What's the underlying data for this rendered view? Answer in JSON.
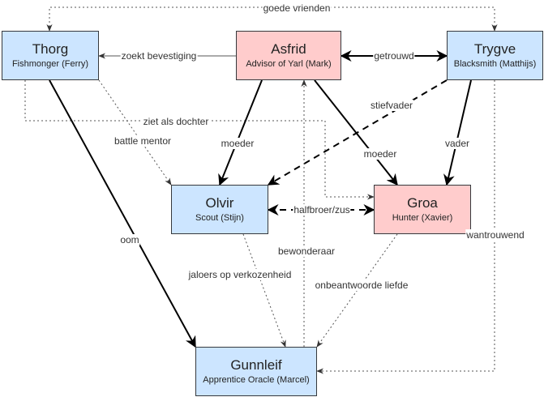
{
  "colors": {
    "blue_node": "#cce5ff",
    "red_node": "#ffcccc",
    "border": "#36393d",
    "edge": "#000000",
    "dotted_edge": "#555555"
  },
  "nodes": [
    {
      "id": "thorg",
      "name": "Thorg",
      "role": "Fishmonger (Ferry)",
      "color": "blue"
    },
    {
      "id": "asfrid",
      "name": "Asfrid",
      "role": "Advisor of Yarl (Mark)",
      "color": "red"
    },
    {
      "id": "trygve",
      "name": "Trygve",
      "role": "Blacksmith (Matthijs)",
      "color": "blue"
    },
    {
      "id": "olvir",
      "name": "Olvir",
      "role": "Scout (Stijn)",
      "color": "blue"
    },
    {
      "id": "groa",
      "name": "Groa",
      "role": "Hunter (Xavier)",
      "color": "red"
    },
    {
      "id": "gunnleif",
      "name": "Gunnleif",
      "role": "Apprentice Oracle (Marcel)",
      "color": "blue"
    }
  ],
  "edges": [
    {
      "id": "goede-vrienden",
      "from": "thorg",
      "to": "trygve",
      "label": "goede vrienden",
      "style": "dotted",
      "arrow": "both"
    },
    {
      "id": "zoekt-bevestiging",
      "from": "asfrid",
      "to": "thorg",
      "label": "zoekt bevestiging",
      "style": "thin",
      "arrow": "end"
    },
    {
      "id": "getrouwd",
      "from": "asfrid",
      "to": "trygve",
      "label": "getrouwd",
      "style": "bold",
      "arrow": "both"
    },
    {
      "id": "ziet-als-dochter",
      "from": "thorg",
      "to": "groa",
      "label": "ziet als dochter",
      "style": "dotted",
      "arrow": "end"
    },
    {
      "id": "battle-mentor",
      "from": "thorg",
      "to": "olvir",
      "label": "battle mentor",
      "style": "dotted",
      "arrow": "end"
    },
    {
      "id": "moeder-olvir",
      "from": "asfrid",
      "to": "olvir",
      "label": "moeder",
      "style": "bold",
      "arrow": "end"
    },
    {
      "id": "moeder-groa",
      "from": "asfrid",
      "to": "groa",
      "label": "moeder",
      "style": "bold",
      "arrow": "end"
    },
    {
      "id": "stiefvader",
      "from": "trygve",
      "to": "olvir",
      "label": "stiefvader",
      "style": "dashed",
      "arrow": "end"
    },
    {
      "id": "vader",
      "from": "trygve",
      "to": "groa",
      "label": "vader",
      "style": "bold",
      "arrow": "end"
    },
    {
      "id": "halfbroer-zus",
      "from": "olvir",
      "to": "groa",
      "label": "halfbroer/zus",
      "style": "dashed",
      "arrow": "both"
    },
    {
      "id": "oom",
      "from": "thorg",
      "to": "gunnleif",
      "label": "oom",
      "style": "bold",
      "arrow": "end"
    },
    {
      "id": "jaloers",
      "from": "olvir",
      "to": "gunnleif",
      "label": "jaloers op verkozenheid",
      "style": "dotted",
      "arrow": "end"
    },
    {
      "id": "bewonderaar",
      "from": "gunnleif",
      "to": "asfrid",
      "label": "bewonderaar",
      "style": "dotted",
      "arrow": "end"
    },
    {
      "id": "onbeantwoorde-liefde",
      "from": "groa",
      "to": "gunnleif",
      "label": "onbeantwoorde liefde",
      "style": "dotted",
      "arrow": "end"
    },
    {
      "id": "wantrouwend",
      "from": "trygve",
      "to": "gunnleif",
      "label": "wantrouwend",
      "style": "dotted",
      "arrow": "end"
    }
  ]
}
